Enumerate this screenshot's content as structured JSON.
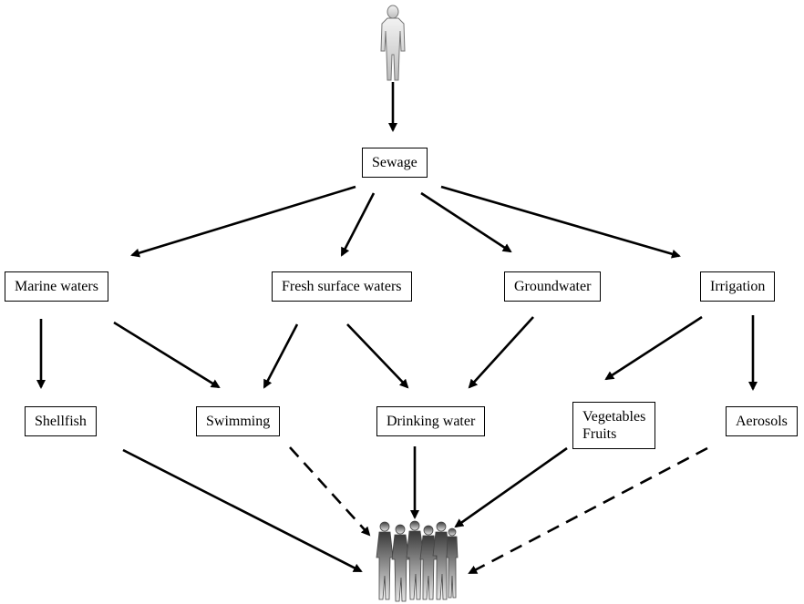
{
  "diagram": {
    "nodes": {
      "sewage": "Sewage",
      "marine_waters": "Marine waters",
      "fresh_surface_waters": "Fresh surface waters",
      "groundwater": "Groundwater",
      "irrigation": "Irrigation",
      "shellfish": "Shellfish",
      "swimming": "Swimming",
      "drinking_water": "Drinking water",
      "vegetables_line1": "Vegetables",
      "vegetables_line2": "Fruits",
      "aerosols": "Aerosols"
    },
    "icons": {
      "source": "person-icon",
      "target": "people-group-icon"
    },
    "colors": {
      "line": "#000000",
      "box_border": "#000000",
      "figure_light": "#e6e6e6",
      "figure_dark": "#4a4a4a"
    }
  }
}
